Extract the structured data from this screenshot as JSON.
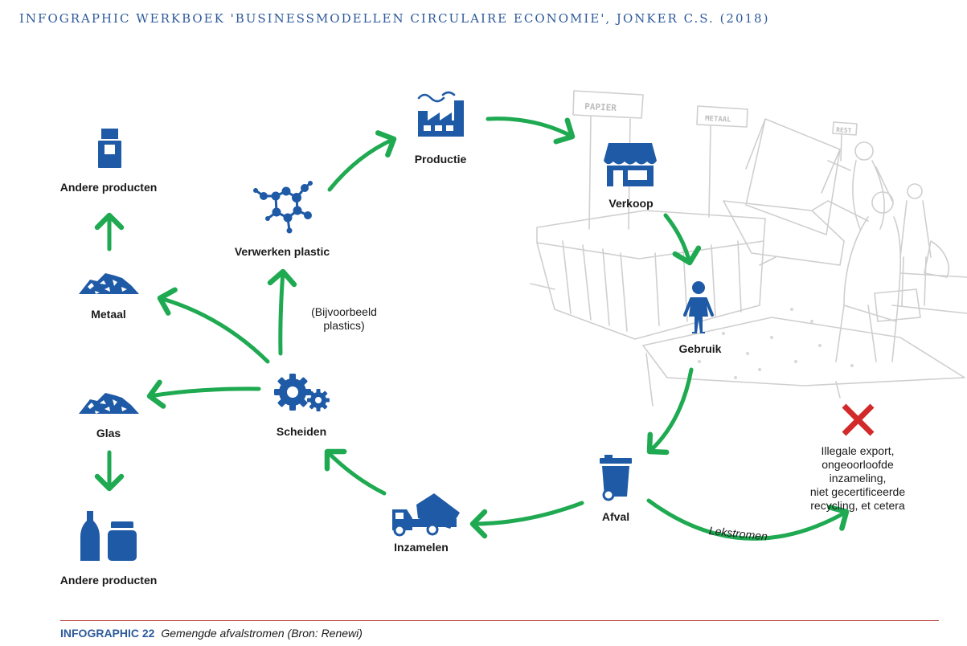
{
  "header": {
    "title": "INFOGRAPHIC WERKBOEK 'BUSINESSMODELLEN CIRCULAIRE ECONOMIE', JONKER C.S. (2018)"
  },
  "scene": {
    "sign_papier": "PAPIER",
    "sign_metaal": "METAAL",
    "sign_rest": "REST"
  },
  "nodes": {
    "productie": "Productie",
    "verkoop": "Verkoop",
    "gebruik": "Gebruik",
    "afval": "Afval",
    "inzamelen": "Inzamelen",
    "scheiden": "Scheiden",
    "verwerken_plastic": "Verwerken plastic",
    "example_line1": "(Bijvoorbeeld",
    "example_line2": "plastics)",
    "metaal": "Metaal",
    "andere_producten_top": "Andere producten",
    "glas": "Glas",
    "andere_producten_bottom": "Andere producten",
    "illegal_lines": [
      "Illegale export,",
      "ongeoorloofde inzameling,",
      "niet gecertificeerde",
      "recycling, et cetera"
    ]
  },
  "edges": {
    "leak_label": "Lekstromen"
  },
  "footer": {
    "tag": "INFOGRAPHIC 22",
    "caption": "Gemengde afvalstromen (Bron: Renewi)"
  },
  "colors": {
    "icon_blue": "#1f5aa6",
    "arrow_green": "#1faa52",
    "cross_red": "#d22a2a",
    "header_blue": "#2e5a9b",
    "sketch_gray": "#c9c9c9",
    "footer_rule": "#b03030"
  },
  "icons": [
    "factory-icon",
    "shop-icon",
    "person-icon",
    "trash-bin-icon",
    "garbage-truck-icon",
    "gears-icon",
    "molecule-icon",
    "scrap-pile-icon",
    "jar-icon",
    "bottle-icon",
    "cross-icon"
  ]
}
